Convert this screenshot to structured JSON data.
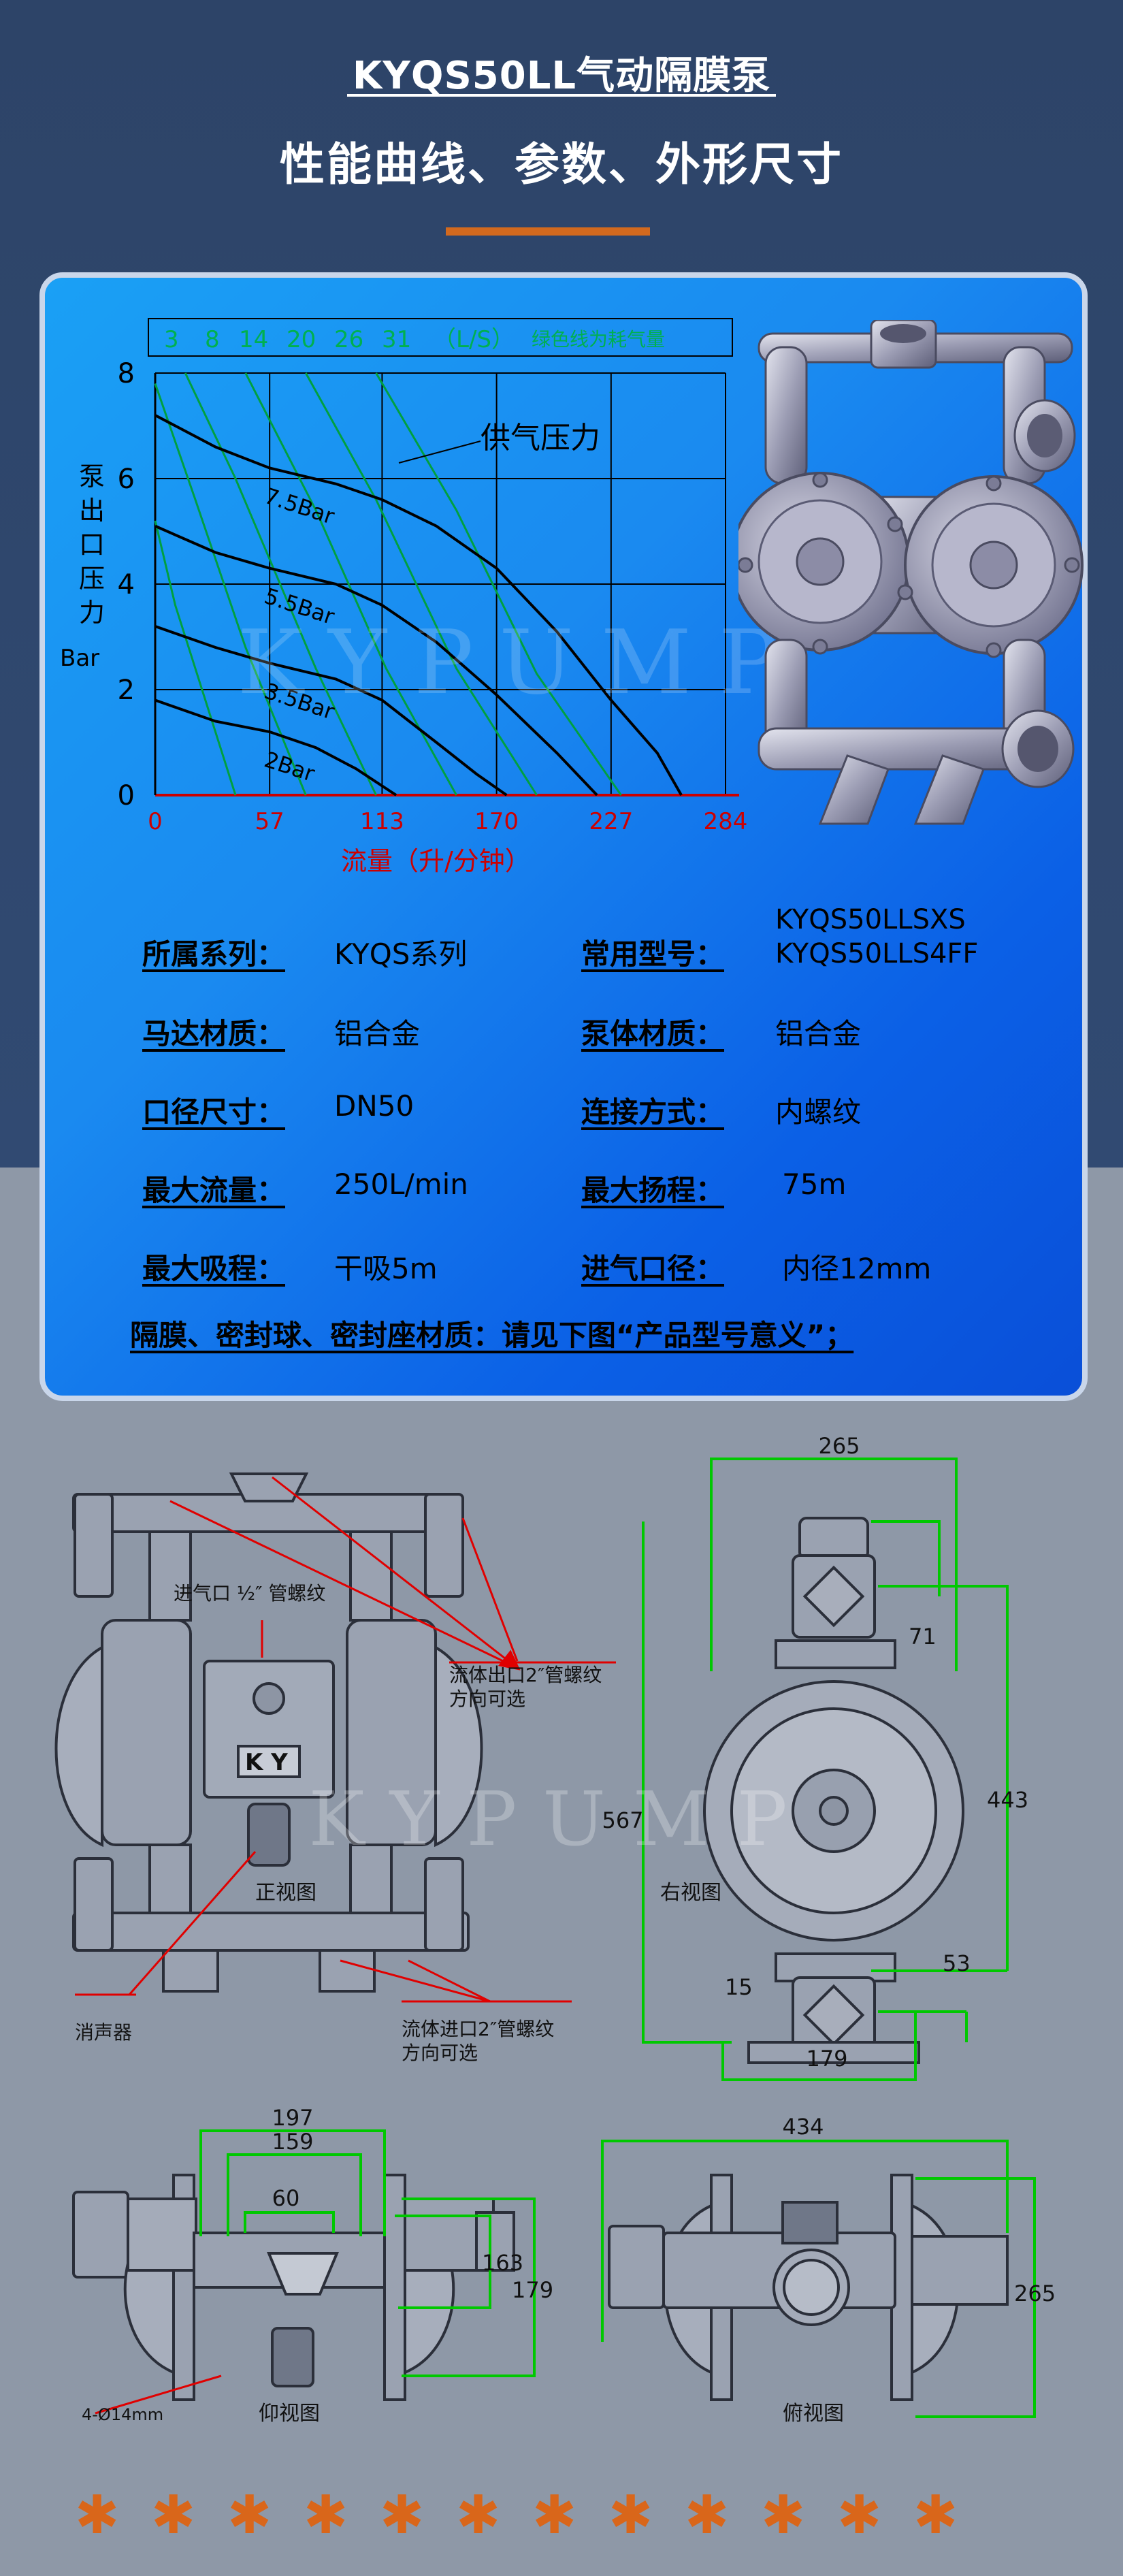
{
  "header": {
    "title": "KYQS50LL气动隔膜泵",
    "subtitle": "性能曲线、参数、外形尺寸"
  },
  "chart_data": {
    "type": "line",
    "top_axis_labels": [
      "3",
      "8",
      "14",
      "20",
      "26",
      "31",
      "（L/S）"
    ],
    "legend_note": "绿色线为耗气量",
    "annotation": "供气压力",
    "ylabel_chars": [
      "泵",
      "出",
      "口",
      "压",
      "力"
    ],
    "ylabel_unit": "Bar",
    "xlabel": "流量（升/分钟）",
    "x_ticks": [
      0,
      57,
      113,
      170,
      227,
      284
    ],
    "y_ticks": [
      0,
      2,
      4,
      6,
      8
    ],
    "xlim": [
      0,
      284
    ],
    "ylim": [
      0,
      8
    ],
    "series": [
      {
        "name": "7.5Bar",
        "label_text": "7.5Bar",
        "x": [
          0,
          30,
          57,
          90,
          113,
          140,
          170,
          200,
          227,
          250,
          262
        ],
        "y": [
          7.2,
          6.6,
          6.2,
          5.9,
          5.6,
          5.1,
          4.3,
          3.1,
          1.8,
          0.8,
          0.0
        ]
      },
      {
        "name": "5.5Bar",
        "label_text": "5.5Bar",
        "x": [
          0,
          30,
          57,
          90,
          113,
          140,
          170,
          200,
          220
        ],
        "y": [
          5.1,
          4.6,
          4.3,
          4.0,
          3.6,
          2.9,
          1.9,
          0.8,
          0.0
        ]
      },
      {
        "name": "3.5Bar",
        "label_text": "3.5Bar",
        "x": [
          0,
          30,
          57,
          90,
          113,
          140,
          160,
          175
        ],
        "y": [
          3.2,
          2.8,
          2.5,
          2.2,
          1.8,
          1.0,
          0.4,
          0.0
        ]
      },
      {
        "name": "2Bar",
        "label_text": "2Bar",
        "x": [
          0,
          30,
          57,
          80,
          100,
          120
        ],
        "y": [
          1.8,
          1.4,
          1.2,
          0.9,
          0.5,
          0.0
        ]
      }
    ],
    "air_lines": [
      {
        "x": [
          0,
          10,
          25,
          40
        ],
        "y": [
          5.2,
          3.6,
          1.8,
          0.0
        ]
      },
      {
        "x": [
          0,
          20,
          45,
          75
        ],
        "y": [
          7.8,
          5.6,
          2.8,
          0.0
        ]
      },
      {
        "x": [
          15,
          40,
          80,
          110
        ],
        "y": [
          8.0,
          6.0,
          2.4,
          0.0
        ]
      },
      {
        "x": [
          45,
          80,
          115,
          150
        ],
        "y": [
          8.0,
          5.4,
          2.4,
          0.0
        ]
      },
      {
        "x": [
          75,
          110,
          150,
          190
        ],
        "y": [
          8.0,
          5.6,
          2.4,
          0.0
        ]
      },
      {
        "x": [
          110,
          150,
          190,
          232
        ],
        "y": [
          8.0,
          5.4,
          2.3,
          0.0
        ]
      }
    ],
    "grid": true,
    "colors": {
      "axis": "#cc0000",
      "pressure": "#000000",
      "air": "#00a040",
      "grid": "#000000"
    }
  },
  "specs": {
    "rows": [
      {
        "l1": "所属系列：",
        "v1": "KYQS系列",
        "l2": "常用型号：",
        "v2a": "KYQS50LLSXS",
        "v2b": "KYQS50LLS4FF"
      },
      {
        "l1": "马达材质：",
        "v1": "铝合金",
        "l2": "泵体材质：",
        "v2": "铝合金"
      },
      {
        "l1": "口径尺寸：",
        "v1": "DN50",
        "l2": "连接方式：",
        "v2": "内螺纹"
      },
      {
        "l1": "最大流量：",
        "v1": "250L/min",
        "l2": "最大扬程：",
        "v2": "75m"
      },
      {
        "l1": "最大吸程：",
        "v1": "干吸5m",
        "l2": "进气口径：",
        "v2": "内径12mm"
      }
    ],
    "note": "隔膜、密封球、密封座材质：请见下图“产品型号意义”；"
  },
  "watermark": "KYPUMP",
  "drawings": {
    "front": {
      "caption": "正视图",
      "air_inlet": "进气口 ½″ 管螺纹",
      "outlet_note1": "流体出口2″管螺纹",
      "outlet_note2": "方向可选",
      "muffler": "消声器",
      "inlet_note1": "流体进口2″管螺纹",
      "inlet_note2": "方向可选",
      "badge": "K Y"
    },
    "right": {
      "caption": "右视图",
      "dims": [
        "265",
        "71",
        "567",
        "443",
        "15",
        "53",
        "179"
      ]
    },
    "bottom": {
      "caption": "仰视图",
      "dims": [
        "197",
        "159",
        "60",
        "163",
        "179"
      ],
      "holes": "4-Ø14mm"
    },
    "top": {
      "caption": "俯视图",
      "dims": [
        "434",
        "265"
      ]
    }
  },
  "decoration": {
    "flower_glyph": "✱",
    "flower_count": 12
  }
}
